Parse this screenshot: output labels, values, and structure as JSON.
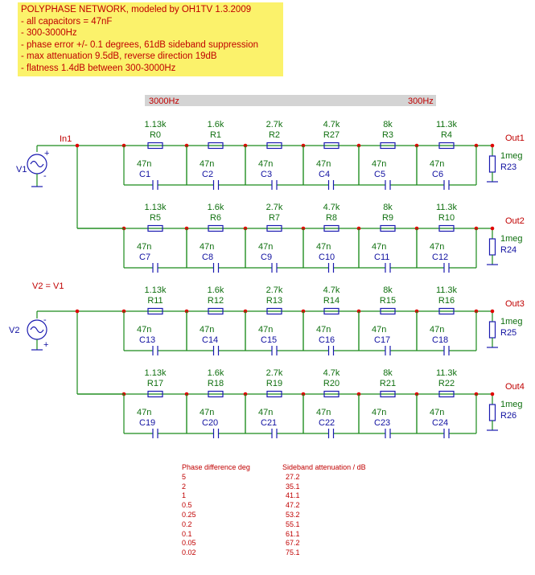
{
  "note": {
    "lines": [
      "POLYPHASE NETWORK,   modeled by OH1TV     1.3.2009",
      "- all capacitors = 47nF",
      "- 300-3000Hz",
      "- phase error +/- 0.1 degrees, 61dB sideband suppression",
      "- max attenuation 9.5dB, reverse direction 19dB",
      "- flatness 1.4dB between 300-3000Hz"
    ]
  },
  "freq_bar": {
    "left": "3000Hz",
    "right": "300Hz"
  },
  "sources": [
    {
      "name": "V1",
      "node": "In1",
      "plus": "+",
      "minus": "-"
    },
    {
      "name": "V2",
      "plus": "+",
      "minus": "-"
    }
  ],
  "v2_label": "V2 = V1",
  "resistor_values": [
    "1.13k",
    "1.6k",
    "2.7k",
    "4.7k",
    "8k",
    "11.3k"
  ],
  "resistor_names": [
    [
      "R0",
      "R1",
      "R2",
      "R27",
      "R3",
      "R4"
    ],
    [
      "R5",
      "R6",
      "R7",
      "R8",
      "R9",
      "R10"
    ],
    [
      "R11",
      "R12",
      "R13",
      "R14",
      "R15",
      "R16"
    ],
    [
      "R17",
      "R18",
      "R19",
      "R20",
      "R21",
      "R22"
    ]
  ],
  "cap_value": "47n",
  "cap_names": [
    [
      "C1",
      "C2",
      "C3",
      "C4",
      "C5",
      "C6"
    ],
    [
      "C7",
      "C8",
      "C9",
      "C10",
      "C11",
      "C12"
    ],
    [
      "C13",
      "C14",
      "C15",
      "C16",
      "C17",
      "C18"
    ],
    [
      "C19",
      "C20",
      "C21",
      "C22",
      "C23",
      "C24"
    ]
  ],
  "outputs": [
    {
      "node": "Out1",
      "load_value": "1meg",
      "load_name": "R23"
    },
    {
      "node": "Out2",
      "load_value": "1meg",
      "load_name": "R24"
    },
    {
      "node": "Out3",
      "load_value": "1meg",
      "load_name": "R25"
    },
    {
      "node": "Out4",
      "load_value": "1meg",
      "load_name": "R26"
    }
  ],
  "table": {
    "headers": [
      "Phase difference deg",
      "Sideband attenuation / dB"
    ],
    "rows": [
      [
        "5",
        "27.2"
      ],
      [
        "2",
        "35.1"
      ],
      [
        "1",
        "41.1"
      ],
      [
        "0.5",
        "47.2"
      ],
      [
        "0.25",
        "53.2"
      ],
      [
        "0.2",
        "55.1"
      ],
      [
        "0.1",
        "61.1"
      ],
      [
        "0.05",
        "67.2"
      ],
      [
        "0.02",
        "75.1"
      ]
    ]
  },
  "colors": {
    "wire": "#1a8a1a",
    "component": "#1a1ab0",
    "label_red": "#c00000",
    "label_green": "#107010",
    "note_bg": "#fbf26b"
  }
}
